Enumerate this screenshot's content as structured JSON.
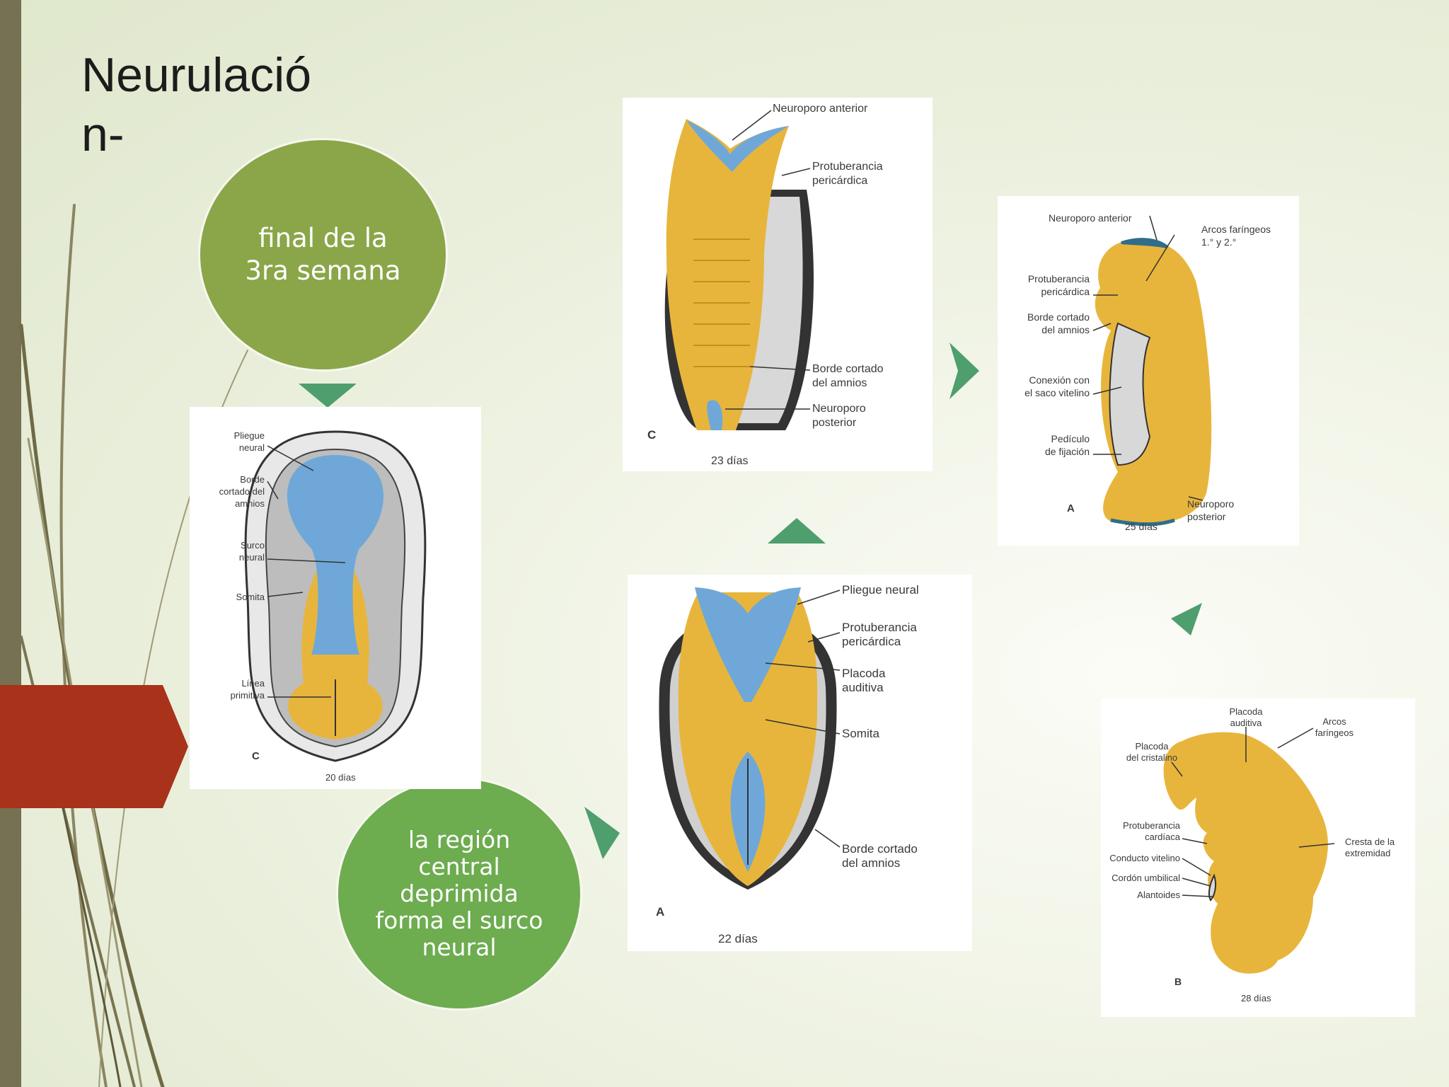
{
  "slide": {
    "title_line1": "Neurulació",
    "title_line2": "n-"
  },
  "circles": {
    "top": {
      "line1": "final de la",
      "line2": "3ra semana"
    },
    "bottom": {
      "line1": "la región",
      "line2": "central",
      "line3": "deprimida",
      "line4": "forma el surco",
      "line5": "neural"
    }
  },
  "diagrams": {
    "d20": {
      "labels": [
        "Pliegue",
        "neural",
        "Borde",
        "cortado del",
        "amnios",
        "Surco",
        "neural",
        "Somita",
        "Línea",
        "primitiva"
      ],
      "letter": "C",
      "days": "20 días"
    },
    "d22": {
      "labels": [
        "Pliegue neural",
        "Protuberancia",
        "pericárdica",
        "Placoda",
        "auditiva",
        "Somita",
        "Borde cortado",
        "del amnios"
      ],
      "letter": "A",
      "days": "22 días"
    },
    "d23": {
      "labels": [
        "Neuroporo anterior",
        "Protuberancia",
        "pericárdica",
        "Borde cortado",
        "del amnios",
        "Neuroporo",
        "posterior"
      ],
      "letter": "C",
      "days": "23 días"
    },
    "d25": {
      "labels": [
        "Neuroporo anterior",
        "Arcos faríngeos",
        "1.° y 2.°",
        "Protuberancia",
        "pericárdica",
        "Borde cortado",
        "del amnios",
        "Conexión con",
        "el saco vitelino",
        "Pedículo",
        "de fijación",
        "Neuroporo",
        "posterior"
      ],
      "letter": "A",
      "days": "25 días"
    },
    "d28": {
      "labels": [
        "Placoda",
        "auditiva",
        "Arcos",
        "faríngeos",
        "Placoda",
        "del cristalino",
        "Protuberancia",
        "cardíaca",
        "Conducto vitelino",
        "Cordón umbilical",
        "Alantoides",
        "Cresta de la",
        "extremidad"
      ],
      "letter": "B",
      "days": "28 días"
    }
  },
  "colors": {
    "embryo": "#e8b53c",
    "neural": "#6fa8d8",
    "arrow": "#4e9e6e",
    "circle_top": "#8aa649",
    "circle_bottom": "#6dac4f",
    "banner": "#a8321a"
  }
}
